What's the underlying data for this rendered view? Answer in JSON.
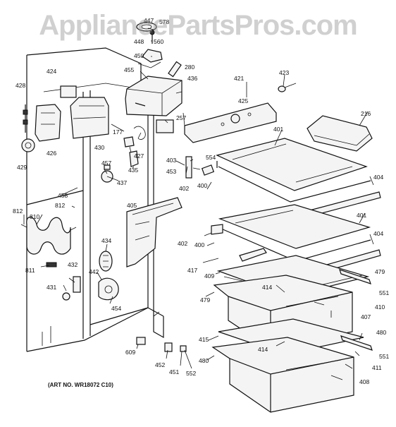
{
  "watermark": "AppliancePartsPros.com",
  "art_number": "(ART NO. WR18072 C10)",
  "parts": {
    "p216": "216",
    "p257": "257",
    "p280": "280",
    "p400a": "400",
    "p400b": "400",
    "p401a": "401",
    "p401b": "401",
    "p402a": "402",
    "p402b": "402",
    "p403": "403",
    "p404a": "404",
    "p404b": "404",
    "p405": "405",
    "p407": "407",
    "p408": "408",
    "p409": "409",
    "p410": "410",
    "p411": "411",
    "p414a": "414",
    "p414b": "414",
    "p415": "415",
    "p417": "417",
    "p421": "421",
    "p423": "423",
    "p424": "424",
    "p425": "425",
    "p426": "426",
    "p427": "427",
    "p428": "428",
    "p429": "429",
    "p430": "430",
    "p431": "431",
    "p432": "432",
    "p434": "434",
    "p435": "435",
    "p436": "436",
    "p437": "437",
    "p442": "442",
    "p447": "447",
    "p448": "448",
    "p450": "450",
    "p451": "451",
    "p452": "452",
    "p453": "453",
    "p454": "454",
    "p455": "455",
    "p457": "457",
    "p458": "458",
    "p479a": "479",
    "p479b": "479",
    "p480a": "480",
    "p480b": "480",
    "p551a": "551",
    "p551b": "551",
    "p552": "552",
    "p554": "554",
    "p560": "560",
    "p578": "578",
    "p609": "609",
    "p810": "810",
    "p811": "811",
    "p812a": "812",
    "p812b": "812",
    "p177": "177"
  }
}
